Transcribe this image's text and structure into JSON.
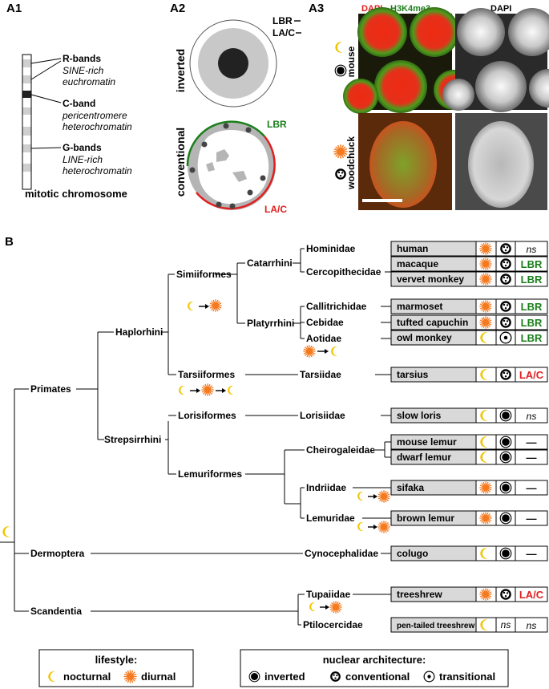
{
  "panels": {
    "a1": "A1",
    "a2": "A2",
    "a3": "A3",
    "b": "B"
  },
  "a1": {
    "r_bands": "R-bands",
    "r_desc1": "SINE-rich",
    "r_desc2": "euchromatin",
    "c_band": "C-band",
    "c_desc1": "pericentromere",
    "c_desc2": "heterochromatin",
    "g_bands": "G-bands",
    "g_desc1": "LINE-rich",
    "g_desc2": "heterochromatin",
    "caption": "mitotic chromosome"
  },
  "a2": {
    "inverted": "inverted",
    "conventional": "conventional",
    "lbr": "LBR",
    "lac": "LA/C"
  },
  "a3": {
    "dapi": "DAPI",
    "h3k4me3": "H3K4me3",
    "dapi_gray": "DAPI",
    "mouse": "mouse",
    "woodchuck": "woodchuck"
  },
  "tree": {
    "primates": "Primates",
    "haplorhini": "Haplorhini",
    "strepsirrhini": "Strepsirrhini",
    "simiiformes": "Simiiformes",
    "tarsiiformes": "Tarsiiformes",
    "lorisiformes": "Lorisiformes",
    "lemuriformes": "Lemuriformes",
    "catarrhini": "Catarrhini",
    "platyrrhini": "Platyrrhini",
    "dermoptera": "Dermoptera",
    "scandentia": "Scandentia",
    "hominidae": "Hominidae",
    "cercopithecidae": "Cercopithecidae",
    "callitrichidae": "Callitrichidae",
    "cebidae": "Cebidae",
    "aotidae": "Aotidae",
    "tarsiidae": "Tarsiidae",
    "lorisiidae": "Lorisiidae",
    "cheirogaleidae": "Cheirogaleidae",
    "indriidae": "Indriidae",
    "lemuridae": "Lemuridae",
    "cynocephalidae": "Cynocephalidae",
    "tupaiidae": "Tupaiidae",
    "ptilocercidae": "Ptilocercidae"
  },
  "species": [
    {
      "name": "human",
      "lifestyle": "diurnal",
      "arch": "conventional",
      "lamina": "ns"
    },
    {
      "name": "macaque",
      "lifestyle": "diurnal",
      "arch": "conventional",
      "lamina": "LBR"
    },
    {
      "name": "vervet monkey",
      "lifestyle": "diurnal",
      "arch": "conventional",
      "lamina": "LBR"
    },
    {
      "name": "marmoset",
      "lifestyle": "diurnal",
      "arch": "conventional",
      "lamina": "LBR"
    },
    {
      "name": "tufted capuchin",
      "lifestyle": "diurnal",
      "arch": "conventional",
      "lamina": "LBR"
    },
    {
      "name": "owl monkey",
      "lifestyle": "nocturnal",
      "arch": "transitional",
      "lamina": "LBR"
    },
    {
      "name": "tarsius",
      "lifestyle": "nocturnal",
      "arch": "conventional",
      "lamina": "LA/C"
    },
    {
      "name": "slow loris",
      "lifestyle": "nocturnal",
      "arch": "inverted",
      "lamina": "ns"
    },
    {
      "name": "mouse lemur",
      "lifestyle": "nocturnal",
      "arch": "inverted",
      "lamina": "—"
    },
    {
      "name": "dwarf lemur",
      "lifestyle": "nocturnal",
      "arch": "inverted",
      "lamina": "—"
    },
    {
      "name": "sifaka",
      "lifestyle": "diurnal",
      "arch": "inverted",
      "lamina": "—"
    },
    {
      "name": "brown lemur",
      "lifestyle": "diurnal",
      "arch": "inverted",
      "lamina": "—"
    },
    {
      "name": "colugo",
      "lifestyle": "nocturnal",
      "arch": "inverted",
      "lamina": "—"
    },
    {
      "name": "treeshrew",
      "lifestyle": "diurnal",
      "arch": "conventional",
      "lamina": "LA/C"
    },
    {
      "name": "pen-tailed treeshrew",
      "lifestyle": "nocturnal",
      "arch": "ns",
      "lamina": "ns"
    }
  ],
  "legend": {
    "lifestyle_title": "lifestyle:",
    "nocturnal": "nocturnal",
    "diurnal": "diurnal",
    "arch_title": "nuclear architecture:",
    "inverted": "inverted",
    "conventional": "conventional",
    "transitional": "transitional"
  },
  "colors": {
    "sun": "#f47a20",
    "moon": "#f2c500",
    "lbr": "#1a7f1a",
    "lac": "#e02020",
    "row_fill": "#d9d9d9"
  }
}
